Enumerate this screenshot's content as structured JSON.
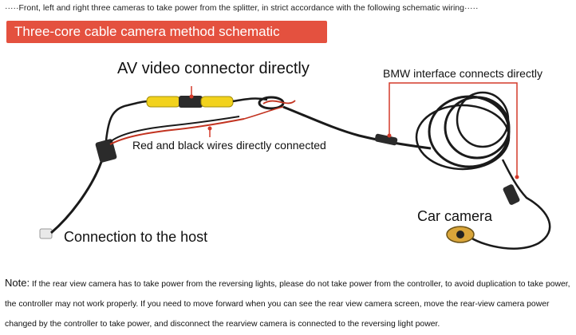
{
  "header": {
    "caption": "·····Front, left and right three cameras to take power from the splitter, in strict accordance with the following schematic wiring·····",
    "title": "Three-core cable camera method schematic",
    "banner_color": "#e4513f"
  },
  "labels": {
    "av_connector": "AV video connector directly",
    "bmw_interface": "BMW interface connects directly",
    "red_black_wires": "Red and black wires directly connected",
    "car_camera": "Car camera",
    "host_connection": "Connection to the host"
  },
  "note": {
    "heading": "Note:",
    "text": " If the rear view camera has to take power from the reversing lights, please do not take power from the controller, to avoid duplication to take power, the controller may not work properly. If you need to move forward when you can see the rear view camera screen, move the rear-view camera power changed by the controller to take power, and disconnect the rearview camera is connected to the reversing light power."
  },
  "colors": {
    "cable": "#1a1a1a",
    "red_wire": "#c23320",
    "connector_yellow": "#f2d21c",
    "leader_line": "#d43a2a"
  }
}
